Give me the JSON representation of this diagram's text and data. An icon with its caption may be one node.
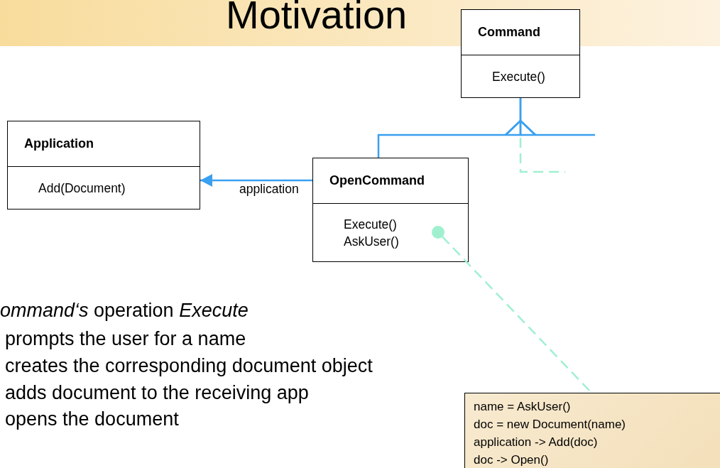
{
  "diagram": {
    "title": "Motivation",
    "nodes": [
      {
        "text": [
          "Command",
          "Execute()"
        ]
      },
      {
        "text": [
          "Application",
          "Add(Document)"
        ]
      },
      {
        "text": [
          "OpenCommand",
          "Execute()",
          "AskUser()"
        ]
      },
      {
        "text": [
          "name = AskUser()",
          "doc = new Document(name)",
          "application -> Add(doc)",
          "doc -> Open()"
        ]
      }
    ],
    "edges": [
      {
        "from": 2,
        "to": 0,
        "arrow": "to"
      },
      {
        "from": null,
        "to": 0,
        "arrow": "to"
      },
      {
        "from": 2,
        "to": 1,
        "arrow": "to",
        "label": "application"
      },
      {
        "from": 3,
        "to": 2,
        "arrow": "other",
        "style": "dashed",
        "color": "#a0f0d0"
      }
    ],
    "labels": [
      "*ommand‘s* operation *Execute*",
      "prompts the user for a name",
      "creates the corresponding document object",
      "adds document to the receiving app",
      "opens the document"
    ]
  }
}
